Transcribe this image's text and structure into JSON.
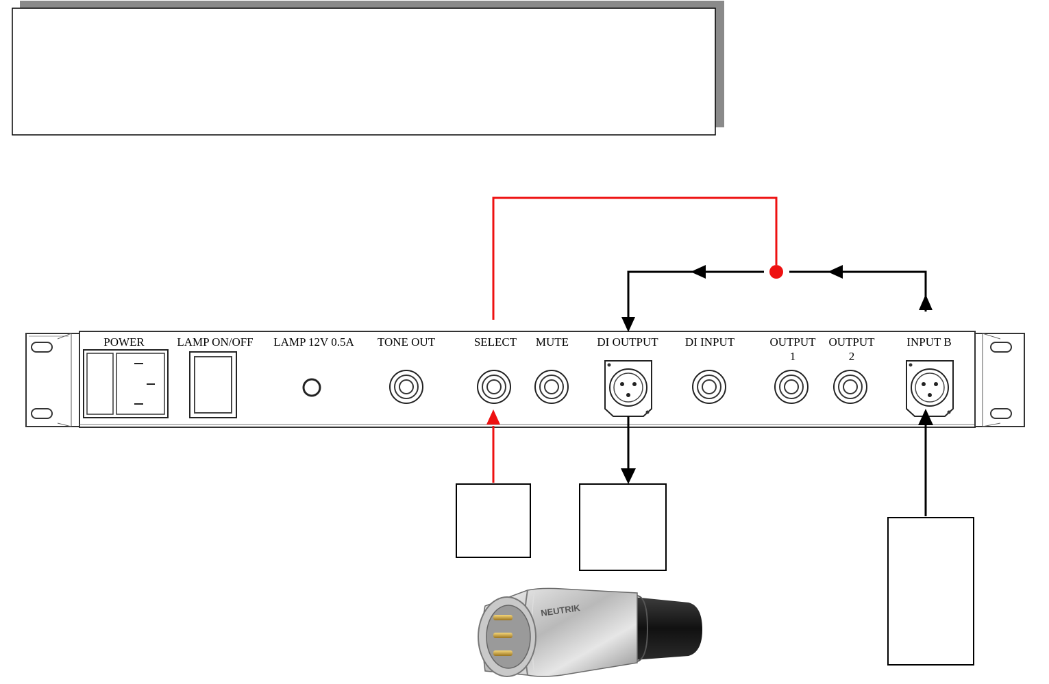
{
  "panel": {
    "labels": {
      "power": "POWER",
      "lamp_onoff": "LAMP ON/OFF",
      "lamp_12v": "LAMP 12V 0.5A",
      "tone_out": "TONE OUT",
      "select": "SELECT",
      "mute": "MUTE",
      "di_output": "DI OUTPUT",
      "di_input": "DI INPUT",
      "output1_line1": "OUTPUT",
      "output1_line2": "1",
      "output2_line1": "OUTPUT",
      "output2_line2": "2",
      "input_b": "INPUT B"
    }
  },
  "connector_brand": "NEUTRIK",
  "colors": {
    "red_line": "#ee1111",
    "black_line": "#000000",
    "header_shadow": "#8a8a8a"
  }
}
